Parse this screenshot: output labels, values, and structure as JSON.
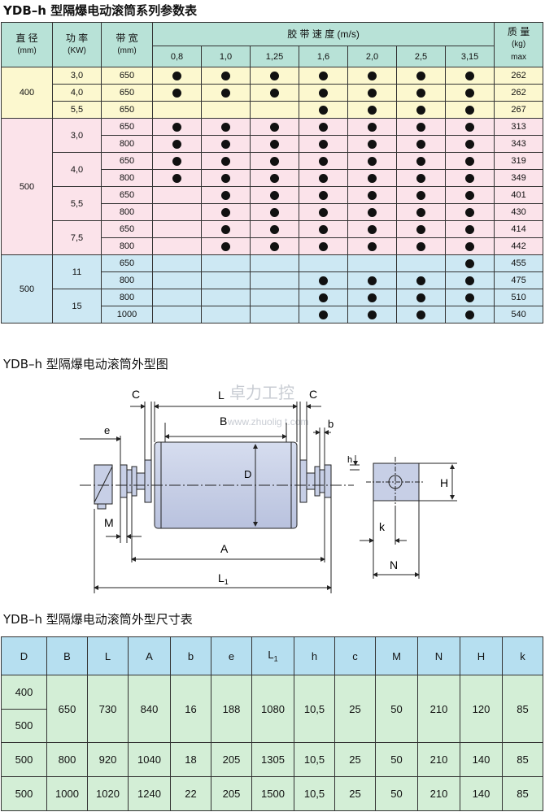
{
  "titles": {
    "params": "YDB–h 型隔爆电动滚筒系列参数表",
    "drawing": "YDB–h 型隔爆电动滚筒外型图",
    "dims": "YDB–h 型隔爆电动滚筒外型尺寸表"
  },
  "params_table": {
    "headers": {
      "diameter": "直 径",
      "diameter_unit": "(mm)",
      "power": "功 率",
      "power_unit": "(KW)",
      "width": "带 宽",
      "width_unit": "(mm)",
      "speed": "胶 带 速 度 (m/s)",
      "mass": "质 量",
      "mass_unit": "(kg)",
      "mass_max": "max"
    },
    "speeds": [
      "0,8",
      "1,0",
      "1,25",
      "1,6",
      "2,0",
      "2,5",
      "3,15"
    ],
    "rows": [
      {
        "d": "400",
        "p": "3,0",
        "w": "650",
        "s": [
          1,
          1,
          1,
          1,
          1,
          1,
          1
        ],
        "m": "262"
      },
      {
        "d": "",
        "p": "4,0",
        "w": "650",
        "s": [
          1,
          1,
          1,
          1,
          1,
          1,
          1
        ],
        "m": "262"
      },
      {
        "d": "",
        "p": "5,5",
        "w": "650",
        "s": [
          0,
          0,
          0,
          1,
          1,
          1,
          1
        ],
        "m": "267"
      },
      {
        "d": "500",
        "p": "3,0",
        "w": "650",
        "s": [
          1,
          1,
          1,
          1,
          1,
          1,
          1
        ],
        "m": "313"
      },
      {
        "d": "",
        "p": "",
        "w": "800",
        "s": [
          1,
          1,
          1,
          1,
          1,
          1,
          1
        ],
        "m": "343"
      },
      {
        "d": "",
        "p": "4,0",
        "w": "650",
        "s": [
          1,
          1,
          1,
          1,
          1,
          1,
          1
        ],
        "m": "319"
      },
      {
        "d": "",
        "p": "",
        "w": "800",
        "s": [
          1,
          1,
          1,
          1,
          1,
          1,
          1
        ],
        "m": "349"
      },
      {
        "d": "",
        "p": "5,5",
        "w": "650",
        "s": [
          0,
          1,
          1,
          1,
          1,
          1,
          1
        ],
        "m": "401"
      },
      {
        "d": "",
        "p": "",
        "w": "800",
        "s": [
          0,
          1,
          1,
          1,
          1,
          1,
          1
        ],
        "m": "430"
      },
      {
        "d": "",
        "p": "7,5",
        "w": "650",
        "s": [
          0,
          1,
          1,
          1,
          1,
          1,
          1
        ],
        "m": "414"
      },
      {
        "d": "",
        "p": "",
        "w": "800",
        "s": [
          0,
          1,
          1,
          1,
          1,
          1,
          1
        ],
        "m": "442"
      },
      {
        "d": "500",
        "p": "11",
        "w": "650",
        "s": [
          0,
          0,
          0,
          0,
          0,
          0,
          1
        ],
        "m": "455"
      },
      {
        "d": "",
        "p": "",
        "w": "800",
        "s": [
          0,
          0,
          0,
          1,
          1,
          1,
          1
        ],
        "m": "475"
      },
      {
        "d": "",
        "p": "15",
        "w": "800",
        "s": [
          0,
          0,
          0,
          1,
          1,
          1,
          1
        ],
        "m": "510"
      },
      {
        "d": "",
        "p": "",
        "w": "1000",
        "s": [
          0,
          0,
          0,
          1,
          1,
          1,
          1
        ],
        "m": "540"
      }
    ]
  },
  "drawing_labels": {
    "C_left": "C",
    "C_right": "C",
    "L": "L",
    "B": "B",
    "b": "b",
    "e": "e",
    "D": "D",
    "h": "h",
    "H": "H",
    "M": "M",
    "A": "A",
    "L1": "L",
    "L1_sub": "1",
    "k": "k",
    "N": "N",
    "watermark_cn": "卓力工控",
    "watermark_url": "www.zhuolig t.com"
  },
  "dims_table": {
    "headers": [
      "D",
      "B",
      "L",
      "A",
      "b",
      "e",
      "L",
      "h",
      "c",
      "M",
      "N",
      "H",
      "k"
    ],
    "l1_sub": "1",
    "rows": [
      {
        "D": [
          "400",
          "500"
        ],
        "B": "650",
        "L": "730",
        "A": "840",
        "b": "16",
        "e": "188",
        "L1": "1080",
        "h": "10,5",
        "c": "25",
        "M": "50",
        "N": "210",
        "H": "120",
        "k": "85"
      },
      {
        "D": [
          "500"
        ],
        "B": "800",
        "L": "920",
        "A": "1040",
        "b": "18",
        "e": "205",
        "L1": "1305",
        "h": "10,5",
        "c": "25",
        "M": "50",
        "N": "210",
        "H": "140",
        "k": "85"
      },
      {
        "D": [
          "500"
        ],
        "B": "1000",
        "L": "1020",
        "A": "1240",
        "b": "22",
        "e": "205",
        "L1": "1500",
        "h": "10,5",
        "c": "25",
        "M": "50",
        "N": "210",
        "H": "140",
        "k": "85"
      }
    ]
  }
}
